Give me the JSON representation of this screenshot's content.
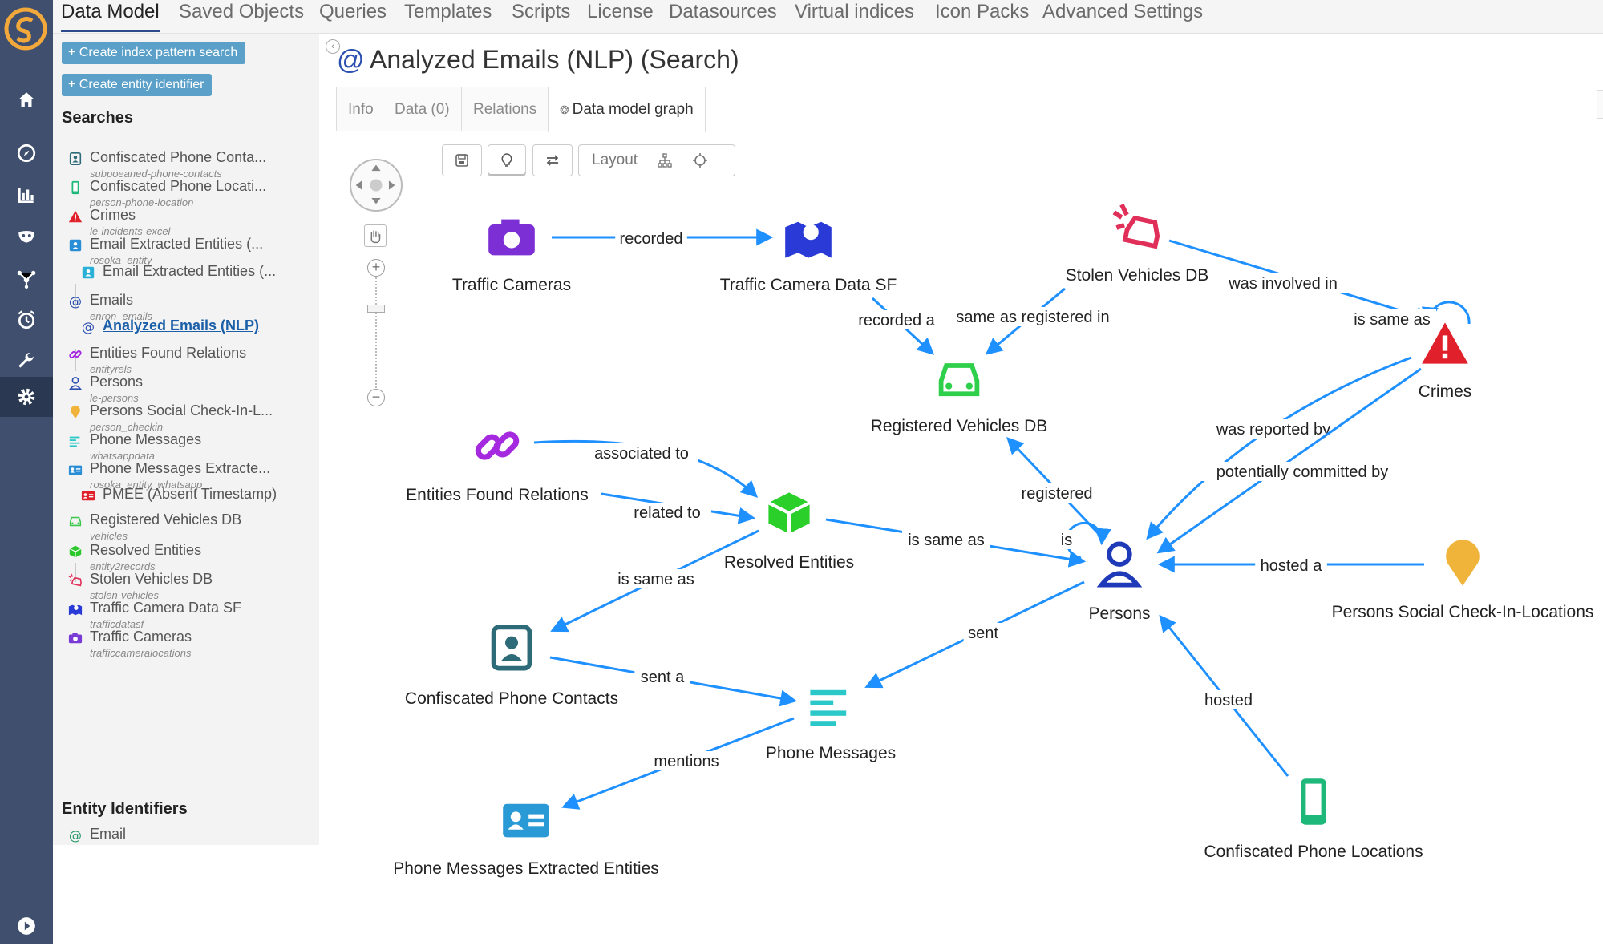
{
  "top_nav": [
    {
      "label": "Data Model",
      "active": true
    },
    {
      "label": "Saved Objects"
    },
    {
      "label": "Queries"
    },
    {
      "label": "Templates"
    },
    {
      "label": "Scripts"
    },
    {
      "label": "License"
    },
    {
      "label": "Datasources"
    },
    {
      "label": "Virtual indices"
    },
    {
      "label": "Icon Packs"
    },
    {
      "label": "Advanced Settings"
    }
  ],
  "rail": [
    "home-icon",
    "compass-icon",
    "chart-icon",
    "mask-icon",
    "graph-icon",
    "alarm-icon",
    "wrench-icon",
    "gear-icon",
    "play-icon"
  ],
  "sidebar": {
    "create_index_pattern": "+ Create index pattern search",
    "create_entity_identifier": "+ Create entity identifier",
    "searches_title": "Searches",
    "searches": [
      {
        "name": "Confiscated Phone Conta...",
        "sub": "subpoeaned-phone-contacts",
        "icon": "contact-icon",
        "color": "#2e6b78"
      },
      {
        "name": "Confiscated Phone Locati...",
        "sub": "person-phone-location",
        "icon": "phone-icon",
        "color": "#1eb87a"
      },
      {
        "name": "Crimes",
        "sub": "le-incidents-excel",
        "icon": "warning-icon",
        "color": "#e0202a"
      },
      {
        "name": "Email Extracted Entities (...",
        "sub": "rosoka_entity",
        "icon": "id-icon",
        "color": "#2a8ed6"
      },
      {
        "name": "Email Extracted Entities (...",
        "sub": "",
        "icon": "id-icon",
        "color": "#2ab0d6",
        "child": true
      },
      {
        "name": "Emails",
        "sub": "enron_emails",
        "icon": "at-icon",
        "color": "#2a4fb0"
      },
      {
        "name": "Analyzed Emails (NLP)",
        "sub": "",
        "icon": "at-icon",
        "color": "#2a4fb0",
        "child": true,
        "selected": true
      },
      {
        "name": "Entities Found Relations",
        "sub": "entityrels",
        "icon": "link-icon",
        "color": "#a52adf"
      },
      {
        "name": "Persons",
        "sub": "le-persons",
        "icon": "person-icon",
        "color": "#2a4fb0"
      },
      {
        "name": "Persons Social Check-In-L...",
        "sub": "person_checkin",
        "icon": "pin-icon",
        "color": "#f0b43a"
      },
      {
        "name": "Phone Messages",
        "sub": "whatsappdata",
        "icon": "lines-icon",
        "color": "#2ac8c8"
      },
      {
        "name": "Phone Messages Extracte...",
        "sub": "rosoka_entity_whatsapp",
        "icon": "card-icon",
        "color": "#2a8ed6"
      },
      {
        "name": "PMEE (Absent Timestamp)",
        "sub": "",
        "icon": "card-icon",
        "color": "#e0202a",
        "child": true
      },
      {
        "name": "Registered Vehicles DB",
        "sub": "vehicles",
        "icon": "car-icon",
        "color": "#3ac84a"
      },
      {
        "name": "Resolved Entities",
        "sub": "entity2records",
        "icon": "cube-icon",
        "color": "#2ac82a"
      },
      {
        "name": "Stolen Vehicles DB",
        "sub": "stolen-vehicles",
        "icon": "crash-icon",
        "color": "#e0305a"
      },
      {
        "name": "Traffic Camera Data SF",
        "sub": "trafficdatasf",
        "icon": "map-icon",
        "color": "#2a3ad6"
      },
      {
        "name": "Traffic Cameras",
        "sub": "trafficcameralocations",
        "icon": "camera-icon",
        "color": "#7a3ad6"
      }
    ],
    "entity_identifiers_title": "Entity Identifiers",
    "entity_identifiers": [
      {
        "name": "Email",
        "icon": "at-icon",
        "color": "#2a9a6a"
      }
    ]
  },
  "page": {
    "title_icon": "@",
    "title": "Analyzed Emails (NLP) (Search)",
    "tabs": [
      {
        "label": "Info"
      },
      {
        "label": "Data (0)"
      },
      {
        "label": "Relations"
      },
      {
        "label": "Data model graph",
        "active": true
      }
    ],
    "toolbar": {
      "layout_label": "Layout"
    }
  },
  "graph": {
    "nodes": [
      {
        "id": "traffic-cameras",
        "label": "Traffic Cameras",
        "icon": "camera-icon",
        "color": "#7b2fd4"
      },
      {
        "id": "traffic-camera-data",
        "label": "Traffic Camera Data SF",
        "icon": "map-icon",
        "color": "#2a3ad6"
      },
      {
        "id": "stolen-vehicles",
        "label": "Stolen Vehicles DB",
        "icon": "crash-icon",
        "color": "#e0305a"
      },
      {
        "id": "registered-vehicles",
        "label": "Registered Vehicles DB",
        "icon": "car-icon",
        "color": "#2ecf4a"
      },
      {
        "id": "crimes",
        "label": "Crimes",
        "icon": "warning-icon",
        "color": "#e0202a"
      },
      {
        "id": "entities-found-relations",
        "label": "Entities Found Relations",
        "icon": "link-icon",
        "color": "#a52adf"
      },
      {
        "id": "resolved-entities",
        "label": "Resolved Entities",
        "icon": "cube-icon",
        "color": "#2acf2a"
      },
      {
        "id": "persons",
        "label": "Persons",
        "icon": "person-icon",
        "color": "#1e3ab8"
      },
      {
        "id": "persons-checkin",
        "label": "Persons Social Check-In-Locations",
        "icon": "pin-icon",
        "color": "#f0b43a"
      },
      {
        "id": "confiscated-contacts",
        "label": "Confiscated Phone Contacts",
        "icon": "contact-icon",
        "color": "#2e6b78"
      },
      {
        "id": "phone-messages",
        "label": "Phone Messages",
        "icon": "lines-icon",
        "color": "#2ac8c8"
      },
      {
        "id": "pmee",
        "label": "Phone Messages Extracted Entities",
        "icon": "card-icon",
        "color": "#2a9ad6"
      },
      {
        "id": "confiscated-locations",
        "label": "Confiscated Phone Locations",
        "icon": "phone-icon",
        "color": "#1eb87a"
      }
    ],
    "edges": [
      {
        "label": "recorded"
      },
      {
        "label": "recorded a"
      },
      {
        "label": "same as registered in"
      },
      {
        "label": "was involved in"
      },
      {
        "label": "is same as"
      },
      {
        "label": "was reported by"
      },
      {
        "label": "potentially committed by"
      },
      {
        "label": "associated to"
      },
      {
        "label": "related to"
      },
      {
        "label": "registered"
      },
      {
        "label": "is same as"
      },
      {
        "label": "is"
      },
      {
        "label": "hosted a"
      },
      {
        "label": "is same as"
      },
      {
        "label": "sent"
      },
      {
        "label": "sent a"
      },
      {
        "label": "mentions"
      },
      {
        "label": "hosted"
      }
    ],
    "edge_color": "#1e90ff"
  }
}
